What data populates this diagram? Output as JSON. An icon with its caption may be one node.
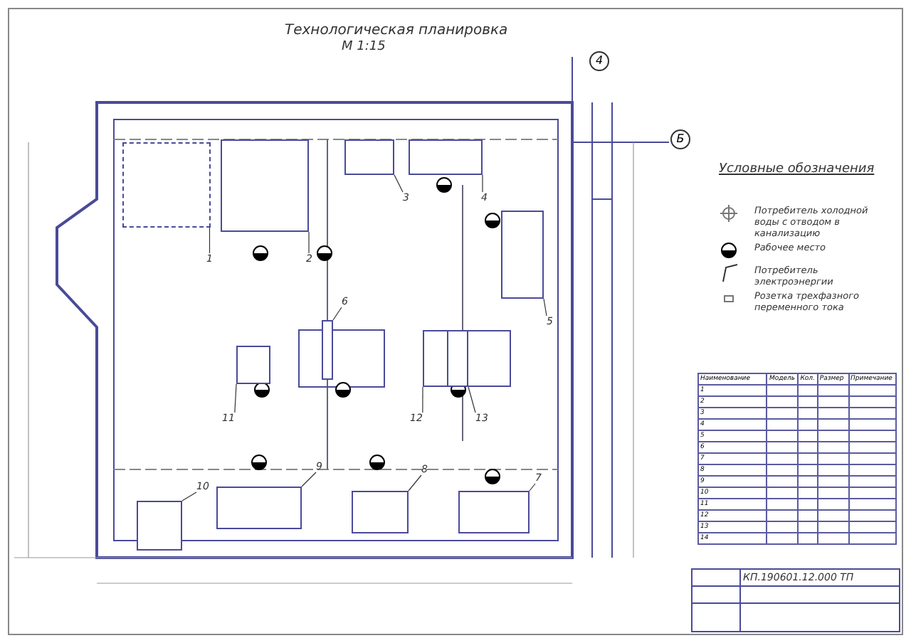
{
  "diagram": {
    "title": "Технологическая планировка",
    "nodes": [
      {
        "text": [
          "4"
        ]
      },
      {
        "text": [
          "Б"
        ]
      },
      {
        "text": [],
        "shape": "box"
      },
      {
        "text": [],
        "shape": "box"
      },
      {
        "text": [],
        "shape": "box"
      },
      {
        "text": [],
        "shape": "box"
      },
      {
        "text": [],
        "shape": "box"
      },
      {
        "text": [],
        "shape": "box"
      },
      {
        "text": [],
        "shape": "box"
      },
      {
        "text": [],
        "shape": "box"
      },
      {
        "text": [],
        "shape": "box"
      },
      {
        "text": [],
        "shape": "box"
      },
      {
        "text": [],
        "shape": "box"
      },
      {
        "text": [],
        "shape": "box"
      },
      {
        "text": [],
        "shape": "box",
        "in": 13
      },
      {
        "text": [
          "1"
        ]
      },
      {
        "text": [
          "2"
        ]
      },
      {
        "text": [
          "3"
        ]
      },
      {
        "text": [
          "4"
        ]
      },
      {
        "text": [
          "5"
        ]
      },
      {
        "text": [
          "6"
        ]
      },
      {
        "text": [
          "7"
        ]
      },
      {
        "text": [
          "8"
        ]
      },
      {
        "text": [
          "9"
        ]
      },
      {
        "text": [
          "10"
        ]
      },
      {
        "text": [
          "11"
        ]
      },
      {
        "text": [
          "12"
        ]
      },
      {
        "text": [
          "13"
        ]
      }
    ],
    "edges": [
      {
        "from": 15,
        "to": 2,
        "arrow": "none"
      },
      {
        "from": 16,
        "to": 3,
        "arrow": "none"
      },
      {
        "from": 17,
        "to": 4,
        "arrow": "none"
      },
      {
        "from": 18,
        "to": 5,
        "arrow": "none"
      },
      {
        "from": 19,
        "to": 6,
        "arrow": "none"
      },
      {
        "from": 20,
        "to": 7,
        "arrow": "none"
      },
      {
        "from": 21,
        "to": 8,
        "arrow": "none"
      },
      {
        "from": 22,
        "to": 9,
        "arrow": "none"
      },
      {
        "from": 23,
        "to": 10,
        "arrow": "none"
      },
      {
        "from": 24,
        "to": 11,
        "arrow": "none"
      },
      {
        "from": 25,
        "to": 12,
        "arrow": "none"
      },
      {
        "from": 26,
        "to": 13,
        "arrow": "none"
      },
      {
        "from": 27,
        "to": 14,
        "arrow": "none"
      }
    ],
    "labels": [
      "М 1:15",
      "Условные обозначения",
      "Наименование",
      "Модель",
      "Кол.",
      "Размер",
      "Примечание",
      "1",
      "2",
      "3",
      "4",
      "5",
      "6",
      "7",
      "8",
      "9",
      "10",
      "11",
      "12",
      "13",
      "14",
      "КП.190601.12.000 ТП"
    ],
    "legend": [
      {
        "text": "Потребитель холодной воды с отводом в канализацию"
      },
      {
        "text": "Рабочее место"
      },
      {
        "text": "Потребитель электроэнергии"
      },
      {
        "text": "Розетка трехфазного переменного тока"
      }
    ]
  }
}
